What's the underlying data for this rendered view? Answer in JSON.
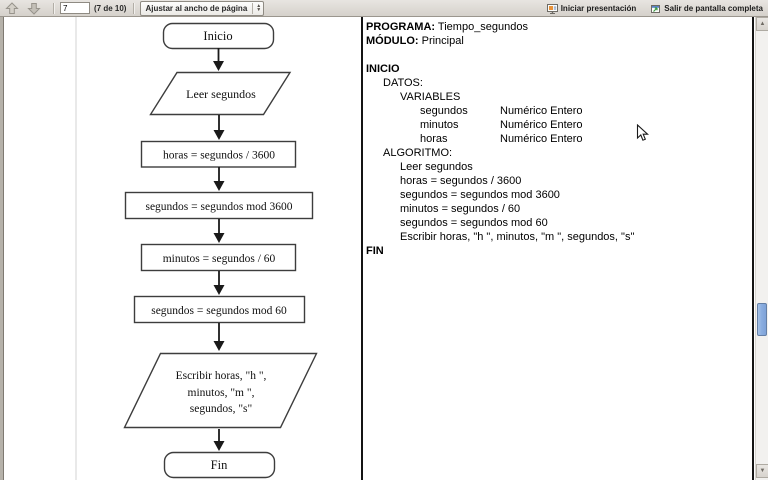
{
  "toolbar": {
    "page_value": "7",
    "page_count": "(7 de 10)",
    "zoom_mode": "Ajustar al ancho de página",
    "start_presentation": "Iniciar presentación",
    "exit_fullscreen": "Salir de pantalla completa"
  },
  "icons": {
    "spinner_up": "▲",
    "spinner_down": "▼",
    "scroll_up": "▲",
    "scroll_down": "▼"
  },
  "colors": {
    "scroll_thumb": "#8aade0",
    "toolbar_bg": "#d5d1cb",
    "divider": "#141414"
  },
  "flowchart": {
    "nodes": {
      "start": "Inicio",
      "read": "Leer segundos",
      "proc1": "horas = segundos / 3600",
      "proc2": "segundos = segundos mod 3600",
      "proc3": "minutos = segundos / 60",
      "proc4": "segundos = segundos mod 60",
      "output_lines": [
        "Escribir horas, \"h \",",
        "minutos, \"m \",",
        "segundos, \"s\""
      ],
      "end": "Fin"
    }
  },
  "pseudocode": {
    "lines": [
      {
        "bold": "PROGRAMA:",
        "text": " Tiempo_segundos",
        "indent": 0
      },
      {
        "bold": "MÓDULO:",
        "text": " Principal",
        "indent": 0
      },
      {
        "text": "",
        "indent": 0
      },
      {
        "bold": "INICIO",
        "text": "",
        "indent": 0
      },
      {
        "text": "DATOS:",
        "indent": 1
      },
      {
        "text": "VARIABLES",
        "indent": 2
      },
      {
        "text": "segundos",
        "col2": "Numérico Entero",
        "indent": 3
      },
      {
        "text": "minutos",
        "col2": "Numérico Entero",
        "indent": 3
      },
      {
        "text": "horas",
        "col2": "Numérico Entero",
        "indent": 3
      },
      {
        "text": "ALGORITMO:",
        "indent": 1
      },
      {
        "text": "Leer segundos",
        "indent": 2
      },
      {
        "text": "horas = segundos / 3600",
        "indent": 2
      },
      {
        "text": "segundos = segundos mod 3600",
        "indent": 2
      },
      {
        "text": "minutos = segundos / 60",
        "indent": 2
      },
      {
        "text": "segundos = segundos mod 60",
        "indent": 2
      },
      {
        "text": "Escribir horas, \"h \", minutos, \"m \", segundos, \"s\"",
        "indent": 2
      },
      {
        "bold": "FIN",
        "text": "",
        "indent": 0
      }
    ]
  }
}
